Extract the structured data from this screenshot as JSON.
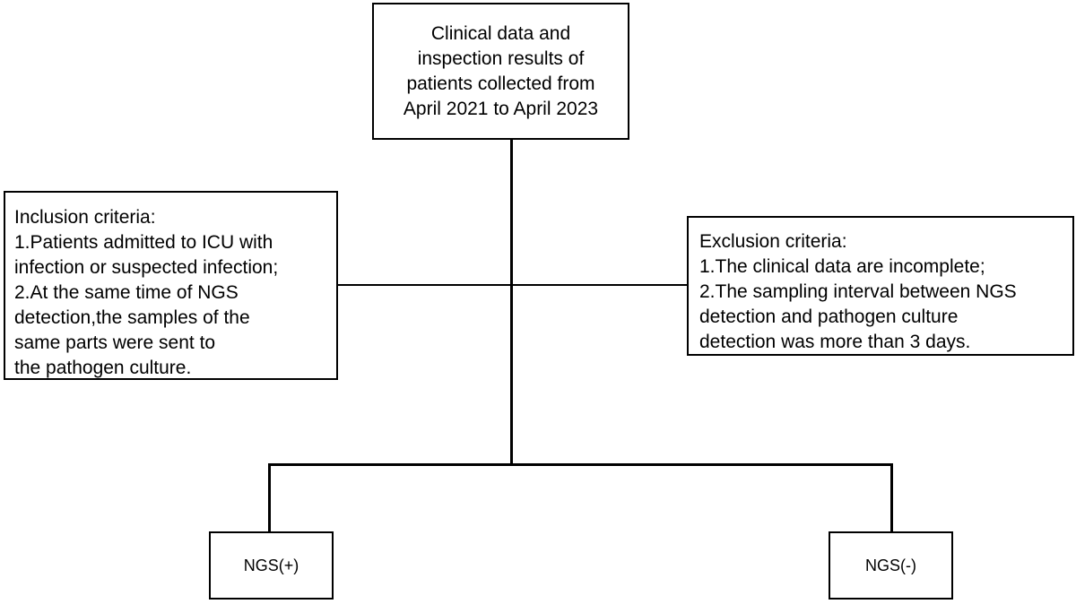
{
  "top_box": {
    "lines": [
      "Clinical data and",
      "inspection results of",
      "patients collected from",
      "April 2021 to April 2023"
    ]
  },
  "inclusion": {
    "heading": "Inclusion criteria:",
    "lines": [
      "1.Patients admitted to ICU with",
      "infection or suspected infection;",
      "2.At the same time of NGS",
      "detection,the samples of the",
      "same parts were sent to",
      "the pathogen culture."
    ]
  },
  "exclusion": {
    "heading": "Exclusion criteria:",
    "lines": [
      "1.The clinical data are incomplete;",
      "2.The sampling interval between NGS",
      "detection and pathogen culture",
      "detection was more than 3 days."
    ]
  },
  "outcomes": {
    "positive": "NGS(+)",
    "negative": "NGS(-)"
  }
}
